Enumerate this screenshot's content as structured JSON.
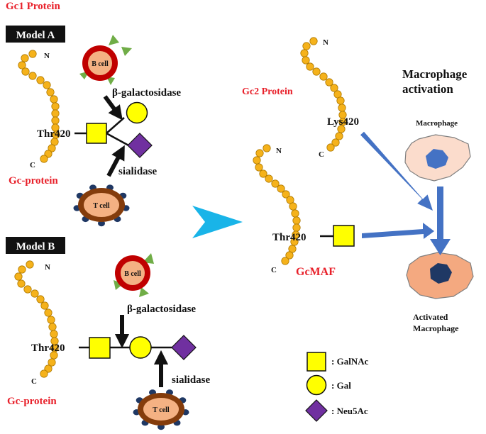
{
  "header": {
    "title": "Gc1 Protein"
  },
  "model_a": {
    "label": "Model A",
    "n_terminal": "N",
    "c_terminal": "C",
    "residue": "Thr420",
    "protein_name": "Gc-protein",
    "b_cell_label": "B cell",
    "enzyme_top": "β-galactosidase",
    "t_cell_label": "T cell",
    "enzyme_bottom": "sialidase"
  },
  "model_b": {
    "label": "Model B",
    "n_terminal": "N",
    "c_terminal": "C",
    "residue": "Thr420",
    "protein_name": "Gc-protein",
    "b_cell_label": "B cell",
    "enzyme_top": "β-galactosidase",
    "t_cell_label": "T cell",
    "enzyme_bottom": "sialidase"
  },
  "right": {
    "gc2_title": "Gc2 Protein",
    "gc2_n": "N",
    "gc2_c": "C",
    "gc2_residue": "Lys420",
    "gcmaf_n": "N",
    "gcmaf_c": "C",
    "gcmaf_residue": "Thr420",
    "gcmaf_label": "GcMAF",
    "activation_title_line1": "Macrophage",
    "activation_title_line2": "activation",
    "macrophage_label": "Macrophage",
    "activated_line1": "Activated",
    "activated_line2": "Macrophage"
  },
  "legend": {
    "items": [
      {
        "shape": "square",
        "label": ": GalNAc",
        "color": "#ffff00"
      },
      {
        "shape": "circle",
        "label": ": Gal",
        "color": "#ffff00"
      },
      {
        "shape": "diamond",
        "label": ": Neu5Ac",
        "color": "#7030a0"
      }
    ]
  },
  "colors": {
    "bead": "#f5b21b",
    "title_red": "#e8202a",
    "arrow_blue": "#4472c4",
    "big_arrow_cyan": "#19b4e8",
    "sugar_yellow": "#ffff00",
    "sialic_purple": "#7030a0",
    "macrophage": "#fbdccc",
    "activated_macrophage": "#f4a980",
    "b_cell_ring": "#c00000",
    "t_cell_ring": "#843c0c"
  }
}
